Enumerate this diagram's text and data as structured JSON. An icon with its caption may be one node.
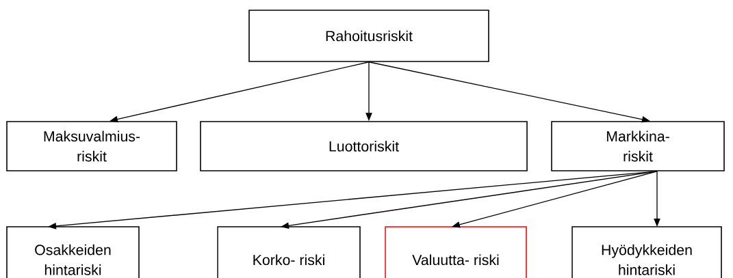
{
  "diagram": {
    "nodes": [
      {
        "text": [
          "Rahoitusriskit"
        ]
      },
      {
        "text": [
          "Maksuvalmius- riskit"
        ]
      },
      {
        "text": [
          "Luottoriskit"
        ]
      },
      {
        "text": [
          "Markkina- riskit"
        ]
      },
      {
        "text": [
          "Osakkeiden hintariski"
        ]
      },
      {
        "text": [
          "Korko- riski"
        ]
      },
      {
        "text": [
          "Valuutta- riski"
        ]
      },
      {
        "text": [
          "Hyödykkeiden hintariski"
        ]
      }
    ],
    "edges": [
      {
        "from": 0,
        "to": 1,
        "arrow": "to"
      },
      {
        "from": 0,
        "to": 2,
        "arrow": "to"
      },
      {
        "from": 0,
        "to": 3,
        "arrow": "to"
      },
      {
        "from": 3,
        "to": 4,
        "arrow": "to"
      },
      {
        "from": 3,
        "to": 5,
        "arrow": "to"
      },
      {
        "from": 3,
        "to": 6,
        "arrow": "to"
      },
      {
        "from": 3,
        "to": 7,
        "arrow": "to"
      }
    ]
  }
}
